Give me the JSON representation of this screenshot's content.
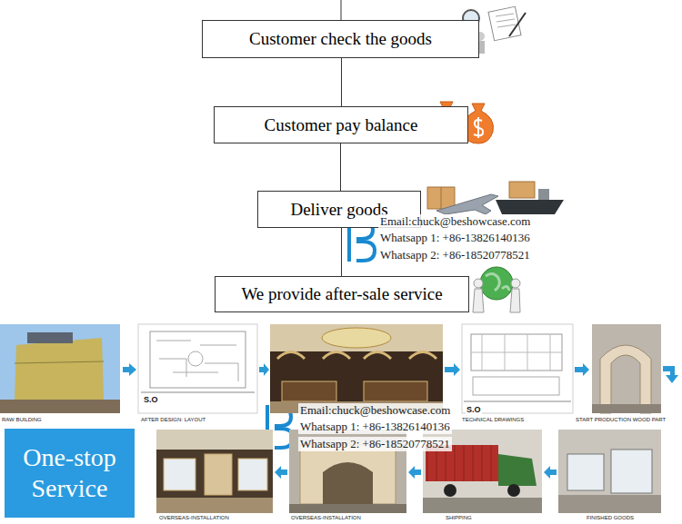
{
  "diagram": {
    "nodes": [
      {
        "text": [
          "Customer check the goods"
        ]
      },
      {
        "text": [
          "Customer pay balance"
        ]
      },
      {
        "text": [
          "Deliver goods"
        ]
      },
      {
        "text": [
          "We provide after-sale service"
        ]
      },
      {
        "text": [
          "One-stop Service"
        ]
      }
    ],
    "edges": [
      {
        "from": 0,
        "to": 1,
        "arrow": "none"
      },
      {
        "from": 1,
        "to": 2,
        "arrow": "none"
      },
      {
        "from": 2,
        "to": 3,
        "arrow": "none"
      }
    ],
    "labels": [
      "Email:chuck@beshowcase.com",
      "Whatsapp 1: +86-13826140136",
      "Whatsapp 2: +86-18520778521",
      "S.O",
      "S.O",
      "RAW BUILDING",
      "AFTER DESIGN: LAYOUT",
      "TECHNICAL DRAWINGS",
      "START PRODUCTION WOOD PART",
      "Email:chuck@beshowcase.com",
      "Whatsapp 1: +86-13826140136",
      "Whatsapp 2: +86-18520778521",
      "OVERSEAS-INSTALLATION",
      "OVERSEAS-INSTALLATION",
      "SHIPPING",
      "FINISHED GOODS"
    ]
  }
}
